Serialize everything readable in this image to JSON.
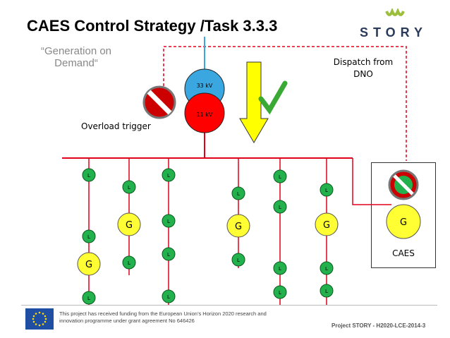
{
  "slide": {
    "title": "CAES Control Strategy /Task 3.3.3",
    "subtitle": "“Generation on Demand“",
    "logo_text": "STORY",
    "dispatch_label": "Dispatch from DNO",
    "overload_label": "Overload trigger",
    "caes_label": "CAES",
    "transformer_hv": "33 kV",
    "transformer_lv": "11 kV",
    "load_label": "L",
    "gen_label": "G",
    "footer_text": "This project has received funding from the European Union’s Horizon 2020 research and innovation programme under grant agreement No 646426",
    "footer_project": "Project STORY - H2020-LCE-2014-3"
  },
  "colors": {
    "busbar": "#e0001b",
    "load_fill": "#22b14c",
    "gen_fill": "#ffff33",
    "hv_fill": "#3aa7e0",
    "lv_fill": "#ff0000",
    "arrow_fill": "#ffff00",
    "check": "#3aaa35",
    "eu_blue": "#1f4ea3"
  },
  "icons": [
    "no-entry-icon",
    "check-icon",
    "down-arrow-icon",
    "eu-flag-icon"
  ]
}
